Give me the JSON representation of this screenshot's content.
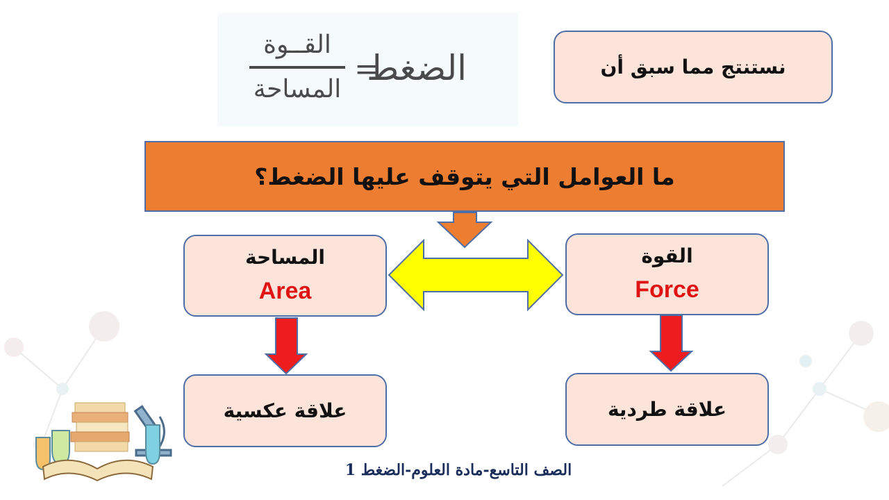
{
  "formula": {
    "lhs": "الضغط",
    "equals": "=",
    "numerator": "القــوة",
    "denominator": "المساحة"
  },
  "conclusion_label": "نستنتج مما سبق أن",
  "question": "ما العوامل التي يتوقف عليها الضغط؟",
  "factors": {
    "area": {
      "ar": "المساحة",
      "en": "Area"
    },
    "force": {
      "ar": "القوة",
      "en": "Force"
    }
  },
  "relations": {
    "inverse": "علاقة عكسية",
    "direct": "علاقة طردية"
  },
  "footer": "الصف التاسع-مادة العلوم-الضغط 1",
  "colors": {
    "box_fill": "#fde4da",
    "box_border": "#4e6ea7",
    "question_fill": "#ed7d31",
    "double_arrow": "#ffff00",
    "down_arrow": "#ee1c1c",
    "english_text": "#e11414"
  },
  "icons": [
    "books-icon",
    "microscope-icon",
    "flask-icon",
    "open-book-icon"
  ]
}
